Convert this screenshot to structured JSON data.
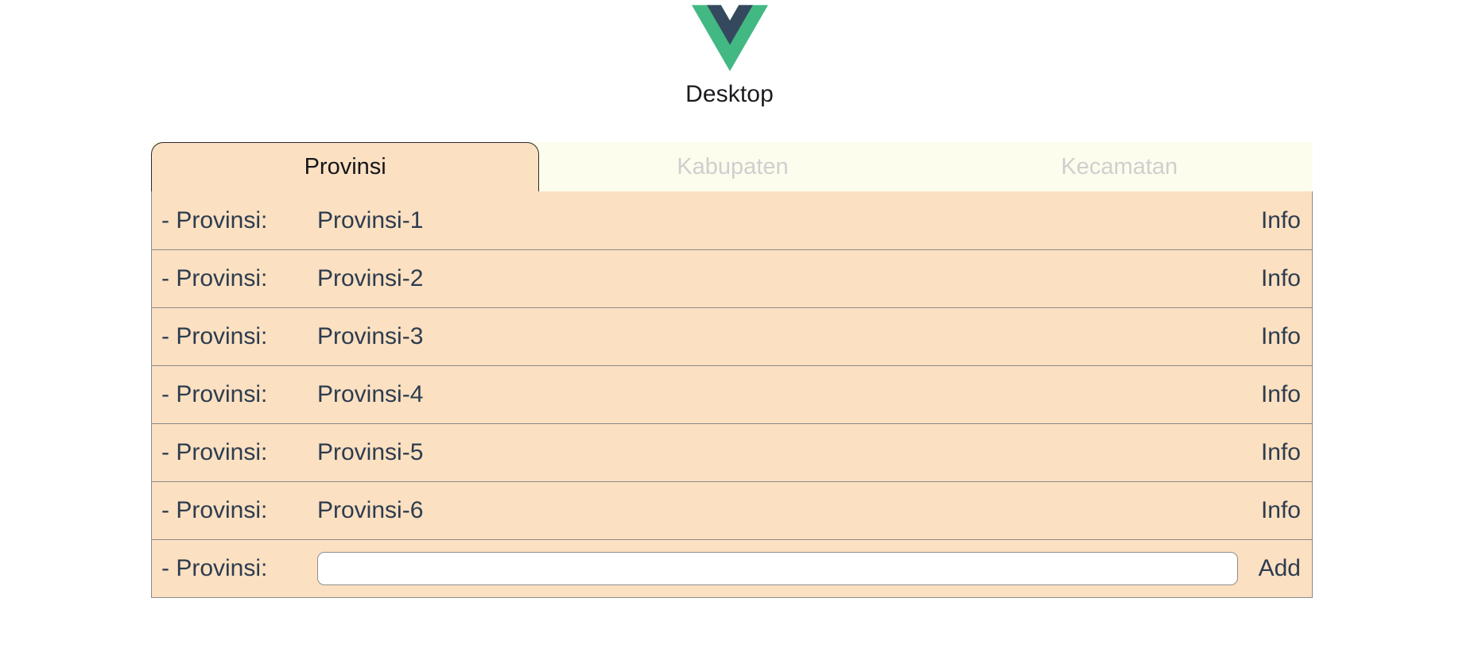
{
  "header": {
    "logo_icon": "vue-logo-icon",
    "logo_colors": {
      "outer": "#42b883",
      "inner": "#35495e"
    },
    "title": "Desktop"
  },
  "theme": {
    "row_background": "#fbe0c1",
    "tab_inactive_background": "#fdfdee",
    "text_color": "#2d3c4f",
    "tab_inactive_text": "#cfcfcf",
    "border_color": "#8a8a8a"
  },
  "tabs": [
    {
      "label": "Provinsi",
      "active": true
    },
    {
      "label": "Kabupaten",
      "active": false
    },
    {
      "label": "Kecamatan",
      "active": false
    }
  ],
  "rows": [
    {
      "label": "- Provinsi:",
      "value": "Provinsi-1",
      "action": "Info"
    },
    {
      "label": "- Provinsi:",
      "value": "Provinsi-2",
      "action": "Info"
    },
    {
      "label": "- Provinsi:",
      "value": "Provinsi-3",
      "action": "Info"
    },
    {
      "label": "- Provinsi:",
      "value": "Provinsi-4",
      "action": "Info"
    },
    {
      "label": "- Provinsi:",
      "value": "Provinsi-5",
      "action": "Info"
    },
    {
      "label": "- Provinsi:",
      "value": "Provinsi-6",
      "action": "Info"
    }
  ],
  "new_row": {
    "label": "- Provinsi:",
    "input_value": "",
    "input_placeholder": "",
    "action": "Add"
  }
}
